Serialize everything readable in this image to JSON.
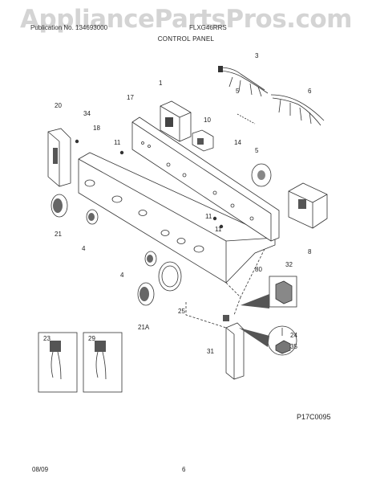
{
  "watermark": "AppliancePartsPros.com",
  "header": {
    "left_text": "Publication No. 134693000",
    "right_text": "FLXG46RRS"
  },
  "title": "CONTROL PANEL",
  "callouts": [
    "1",
    "3",
    "4",
    "4",
    "5",
    "5",
    "6",
    "8",
    "10",
    "11",
    "11",
    "11",
    "14",
    "17",
    "18",
    "20",
    "21",
    "21A",
    "23",
    "24",
    "25",
    "29",
    "31",
    "32",
    "34",
    "35",
    "80"
  ],
  "figure_code": "P17C0095",
  "footer": {
    "date": "08/09",
    "page": "6"
  }
}
